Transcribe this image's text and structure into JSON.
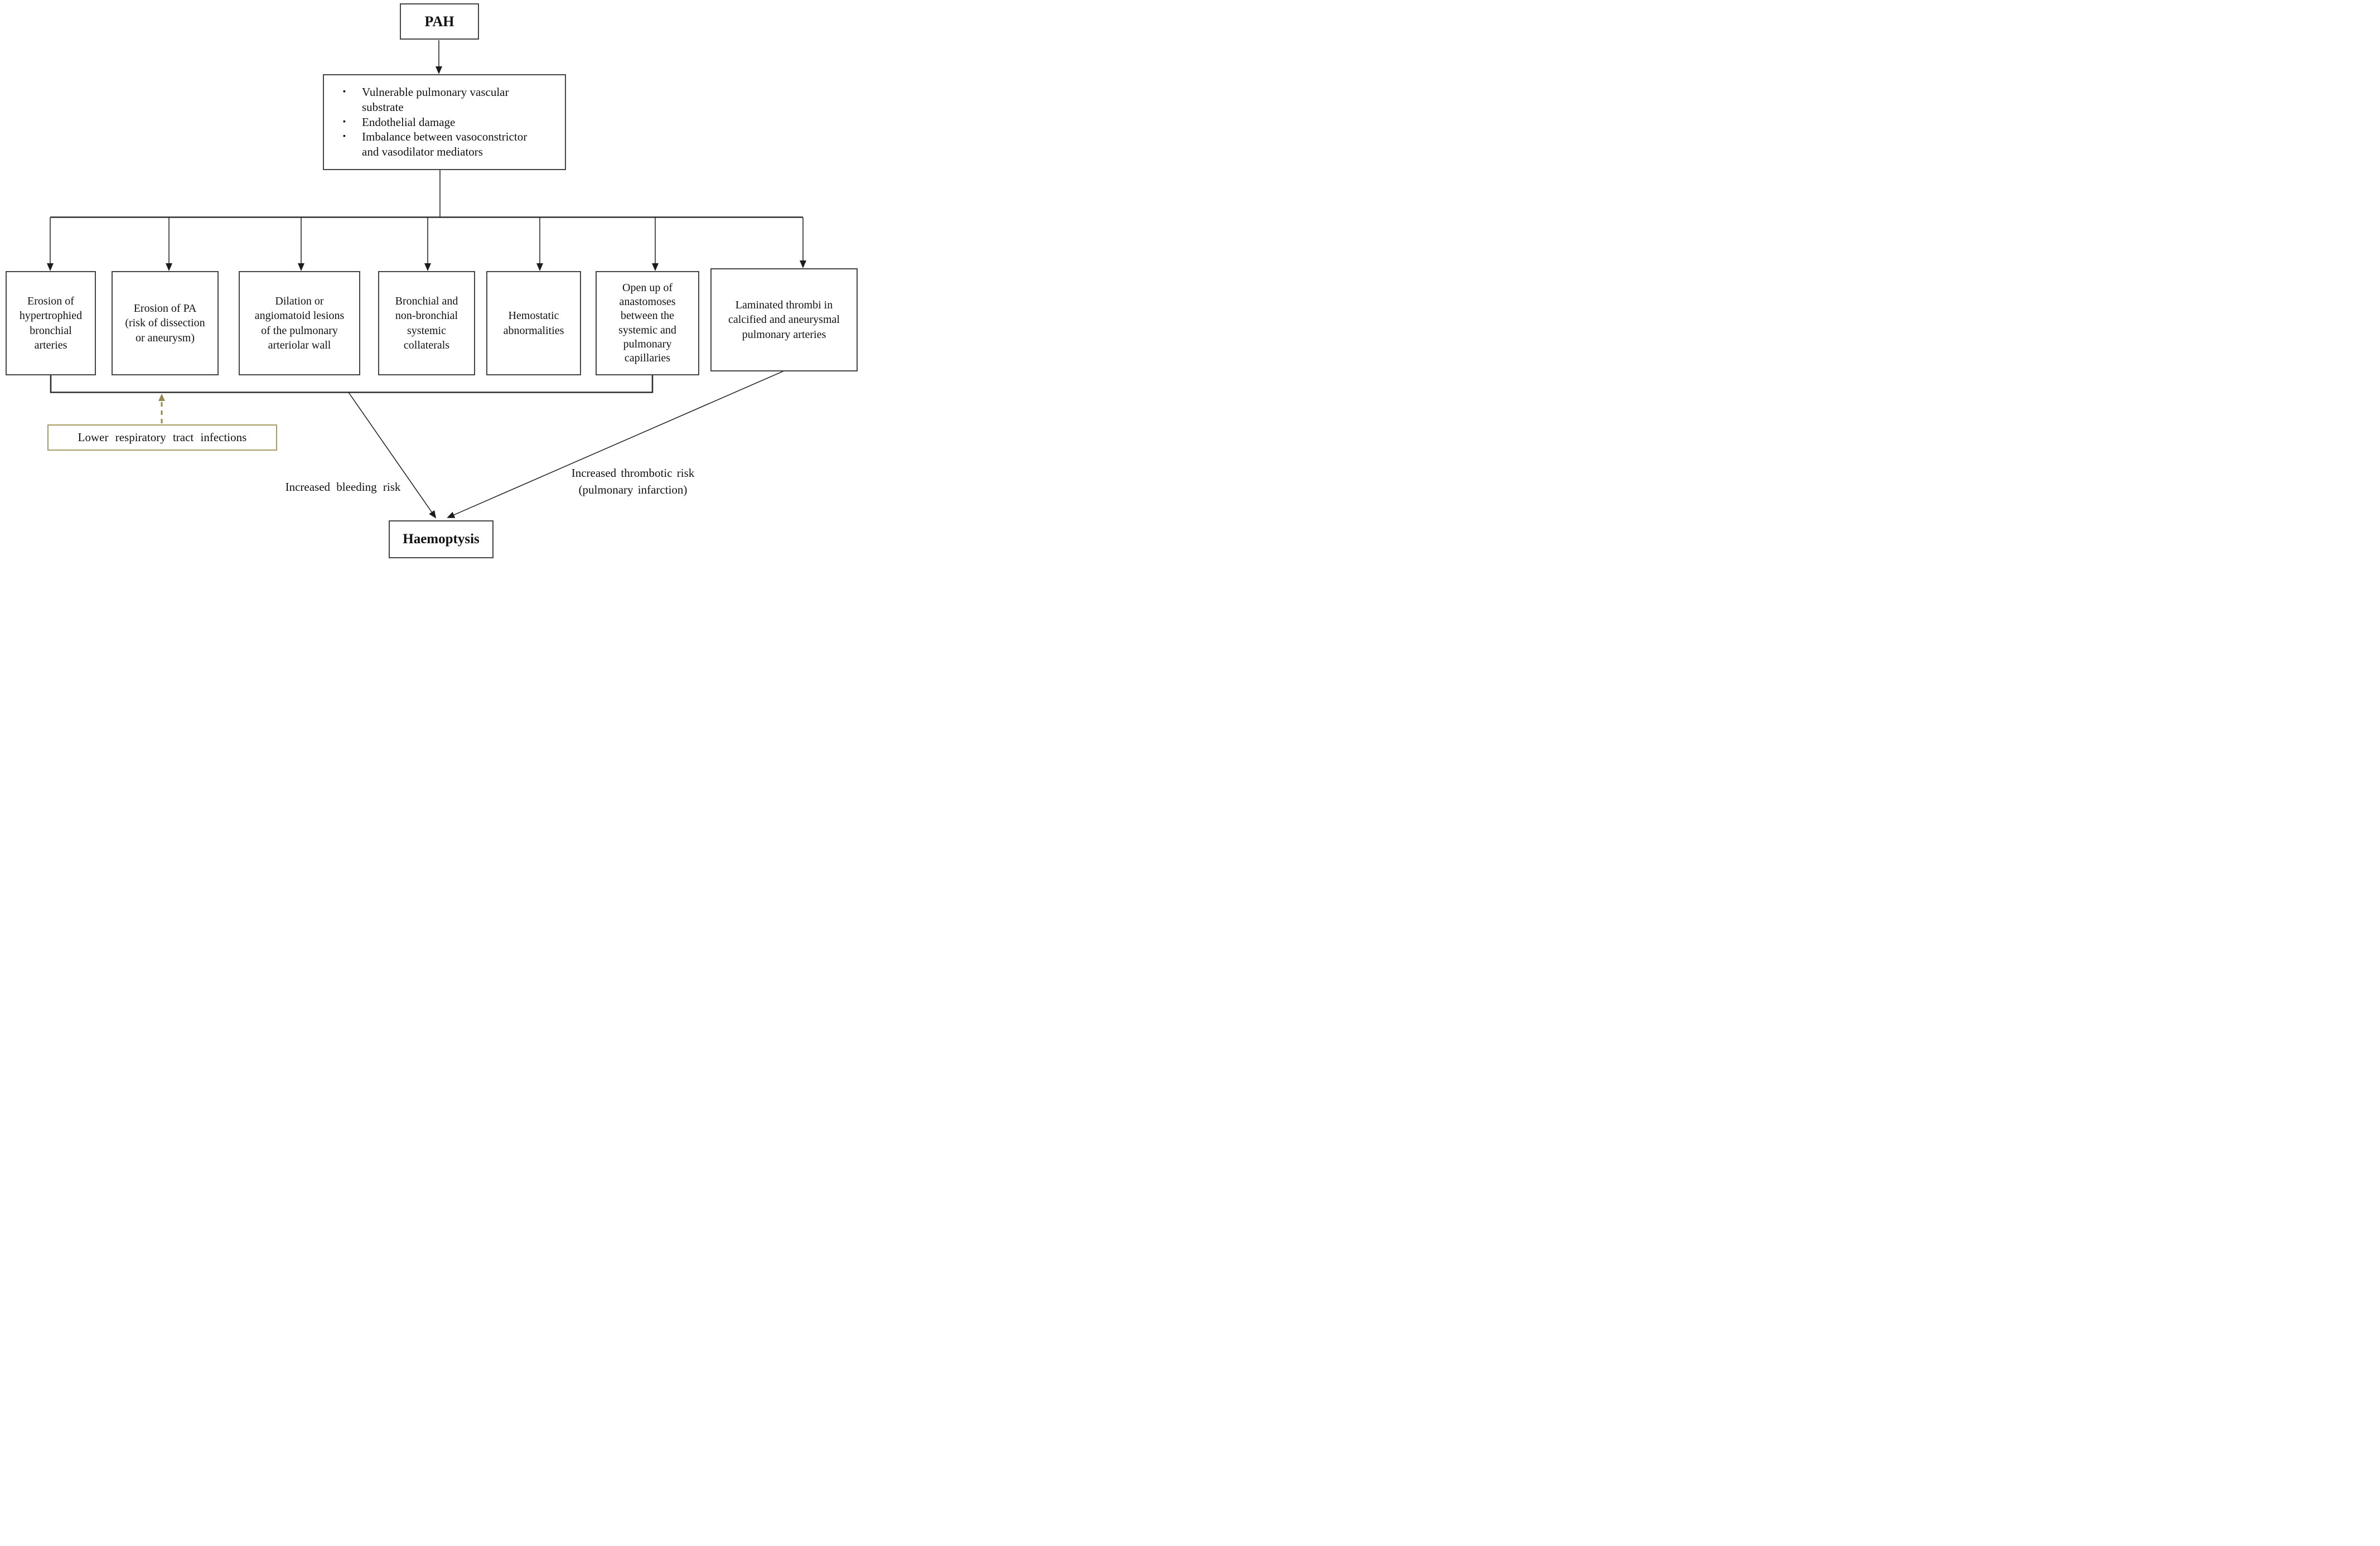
{
  "diagram": {
    "root": {
      "label": "PAH"
    },
    "mechanisms": {
      "bullet": "▪",
      "items": [
        "Vulnerable pulmonary vascular\nsubstrate",
        "Endothelial damage",
        "Imbalance between vasoconstrictor\nand vasodilator mediators"
      ]
    },
    "branches": [
      {
        "label": "Erosion of\nhypertrophied\nbronchial\narteries"
      },
      {
        "label": "Erosion of PA\n(risk of dissection\nor aneurysm)"
      },
      {
        "label": "Dilation or\nangiomatoid lesions\nof the pulmonary\narteriolar wall"
      },
      {
        "label": "Bronchial and\nnon-bronchial\nsystemic\ncollaterals"
      },
      {
        "label": "Hemostatic\nabnormalities"
      },
      {
        "label": "Open up of\nanastomoses\nbetween the\nsystemic and\npulmonary\ncapillaries"
      },
      {
        "label": "Laminated thrombi in\ncalcified and aneurysmal\npulmonary arteries"
      }
    ],
    "modifier": {
      "label": "Lower respiratory tract infections"
    },
    "edge_labels": {
      "bleeding": "Increased bleeding risk",
      "thrombotic": "Increased thrombotic risk\n(pulmonary infarction)"
    },
    "outcome": {
      "label": "Haemoptysis"
    },
    "colors": {
      "line": "#1c1c1c",
      "box_border": "#454545",
      "olive_line": "#96894f",
      "olive_border": "#a89c63"
    }
  }
}
